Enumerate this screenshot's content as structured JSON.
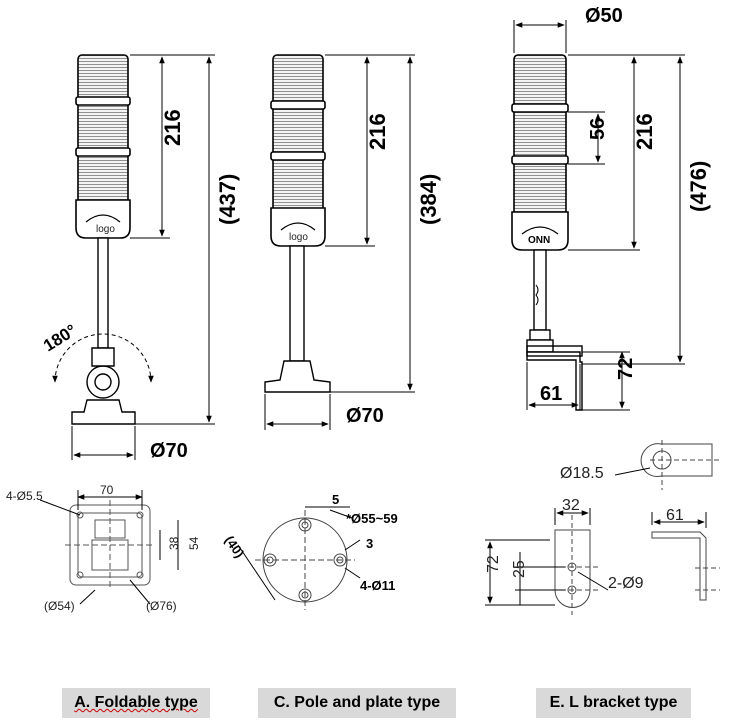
{
  "views": {
    "foldable": {
      "height_label": "216",
      "total_label": "(437)",
      "angle_label": "180°",
      "diameter_label": "Ø70",
      "logo_text": "logo",
      "base": {
        "hole_label": "4-Ø5.5",
        "width_label": "70",
        "inner_label": "38",
        "outer_label": "54",
        "d54_label": "(Ø54)",
        "d76_label": "(Ø76)"
      },
      "caption": "A. Foldable type"
    },
    "pole_plate": {
      "height_label": "216",
      "total_label": "(384)",
      "diameter_label": "Ø70",
      "logo_text": "logo",
      "plate": {
        "offset_label": "5",
        "range_label": "*Ø55~59",
        "gap_label": "3",
        "hole_label": "4-Ø11",
        "pcd_label": "(40)"
      },
      "caption": "C. Pole and plate type"
    },
    "l_bracket": {
      "diameter_label": "Ø50",
      "height_label": "216",
      "segment_label": "56",
      "total_label": "(476)",
      "logo_text": "ONN",
      "width_label": "61",
      "bracket_height_label": "72",
      "bracket": {
        "hole_label": "Ø18.5",
        "width_label": "32",
        "height_label": "72",
        "inner_label": "25",
        "holes_label": "2-Ø9",
        "side_label": "61"
      },
      "caption": "E. L bracket type"
    }
  },
  "colors": {
    "line": "#000000",
    "lamp_fill": "#f2f2f2",
    "caption_bg": "#d9d9d9"
  }
}
